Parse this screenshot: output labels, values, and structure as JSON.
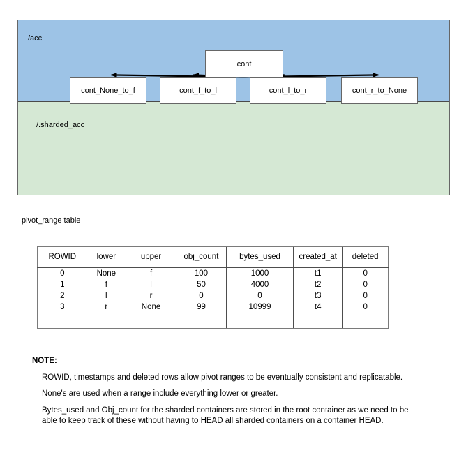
{
  "diagram": {
    "regions": [
      {
        "label": "/acc",
        "color": "#9dc3e6"
      },
      {
        "label": "/.sharded_acc",
        "color": "#d5e8d4"
      }
    ],
    "root_node": {
      "label": "cont"
    },
    "child_nodes": [
      {
        "label": "cont_None_to_f"
      },
      {
        "label": "cont_f_to_l"
      },
      {
        "label": "cont_l_to_r"
      },
      {
        "label": "cont_r_to_None"
      }
    ]
  },
  "table": {
    "caption": "pivot_range table",
    "columns": [
      "ROWID",
      "lower",
      "upper",
      "obj_count",
      "bytes_used",
      "created_at",
      "deleted"
    ],
    "rows": [
      [
        "0",
        "None",
        "f",
        "100",
        "1000",
        "t1",
        "0"
      ],
      [
        "1",
        "f",
        "l",
        "50",
        "4000",
        "t2",
        "0"
      ],
      [
        "2",
        "l",
        "r",
        "0",
        "0",
        "t3",
        "0"
      ],
      [
        "3",
        "r",
        "None",
        "99",
        "10999",
        "t4",
        "0"
      ]
    ]
  },
  "note": {
    "title": "NOTE:",
    "paragraphs": [
      "ROWID, timestamps and deleted rows allow pivot ranges to be eventually consistent and replicatable.",
      "None's are used when a range include everything lower or greater.",
      "Bytes_used and Obj_count for the sharded containers are stored in the root container as we need to be able to keep track of these without having to HEAD all sharded containers on a container HEAD."
    ]
  }
}
